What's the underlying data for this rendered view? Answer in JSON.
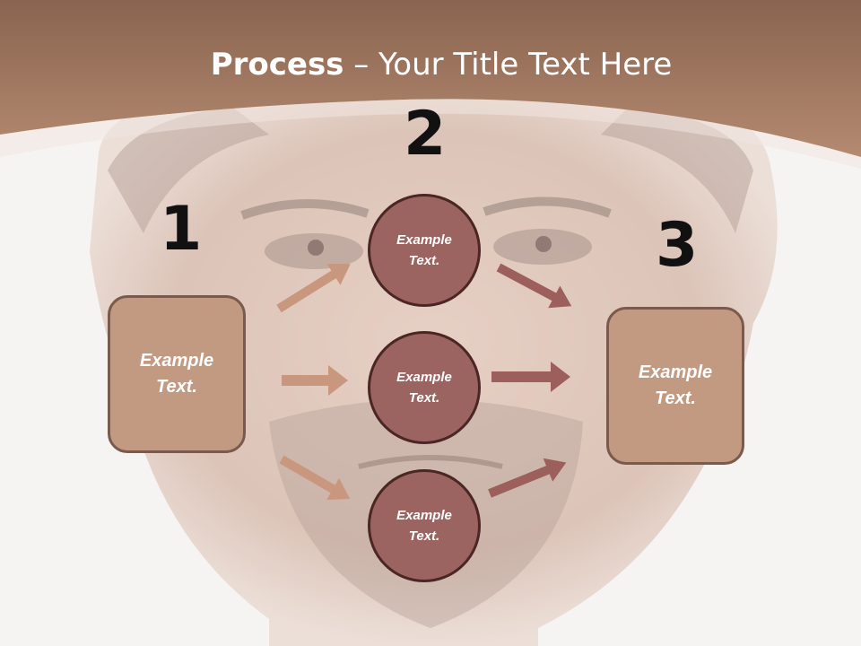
{
  "title": {
    "bold": "Process",
    "rest": " – Your Title Text Here"
  },
  "steps": [
    {
      "number": "1",
      "text": "Example Text."
    },
    {
      "number": "2",
      "text": "Example Text."
    },
    {
      "number": "3",
      "text": "Example Text."
    }
  ],
  "circles": [
    {
      "text": "Example Text."
    },
    {
      "text": "Example Text."
    },
    {
      "text": "Example Text."
    }
  ],
  "colors": {
    "header": "#a87a60",
    "box_fill": "#c29a82",
    "circle_fill": "#9c6461",
    "arrow_left": "#c9977d",
    "arrow_right": "#9c5f5c"
  }
}
